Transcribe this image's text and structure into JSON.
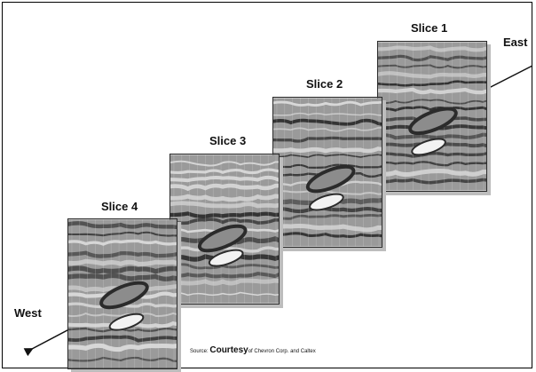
{
  "slices": [
    {
      "label": "Slice 1"
    },
    {
      "label": "Slice 2"
    },
    {
      "label": "Slice 3"
    },
    {
      "label": "Slice 4"
    }
  ],
  "directions": {
    "east": "East",
    "west": "West"
  },
  "source": {
    "prefix": "Source:",
    "emphasis": "Courtesy",
    "rest": "of Chevron Corp. and Caltex"
  },
  "colors": {
    "line": "#111111",
    "core_dark": "#2b2b2b",
    "core_mid": "#8c8c8c",
    "core_light": "#dcdcdc"
  },
  "icons": {
    "west_arrow": "arrow-left-down-icon",
    "east_line": "line-right-up"
  }
}
